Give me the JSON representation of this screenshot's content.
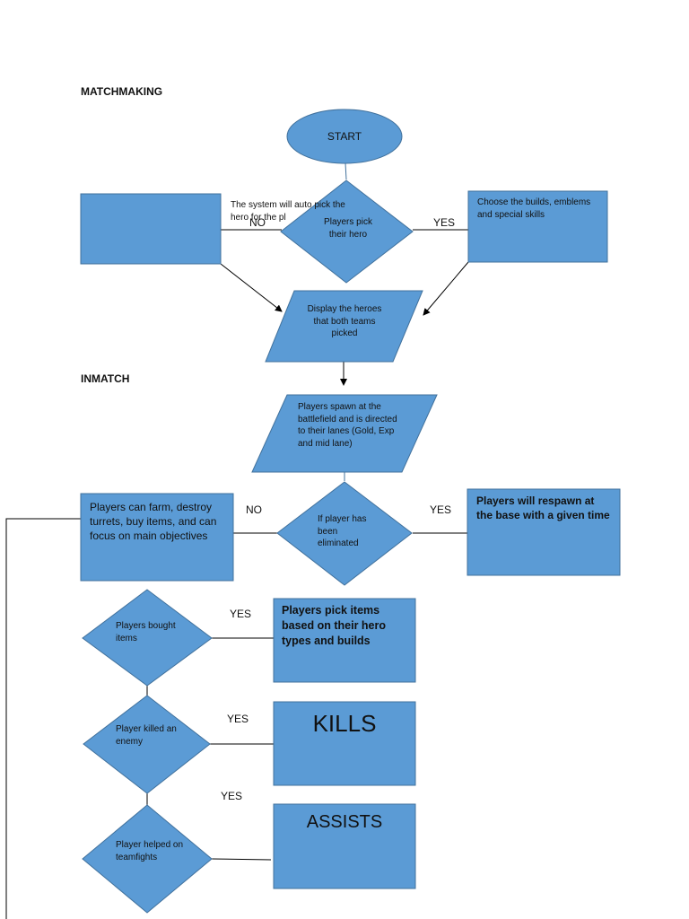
{
  "sections": {
    "matchmaking": "MATCHMAKING",
    "inmatch": "INMATCH"
  },
  "nodes": {
    "start": "START",
    "autopick": "The system will auto pick the hero for the pl",
    "pick_hero": "Players pick their hero",
    "builds": "Choose the builds, emblems and special skills",
    "display_heroes": "Display the heroes that both teams picked",
    "spawn": "Players spawn at the battlefield and is directed to their lanes (Gold, Exp and mid lane)",
    "eliminated": "If player has been eliminated",
    "farm": "Players can farm, destroy turrets, buy items, and can focus on main objectives",
    "respawn": "Players will respawn at the base with a given time",
    "bought_items": "Players bought items",
    "pick_items": "Players pick items based on their hero types and builds",
    "killed_enemy": "Player killed an enemy",
    "kills": "KILLS",
    "helped": "Player helped on teamfights",
    "assists": "ASSISTS"
  },
  "edge_labels": {
    "no_pick": "NO",
    "yes_pick": "YES",
    "no_elim": "NO",
    "yes_elim": "YES",
    "yes_bought": "YES",
    "yes_killed": "YES",
    "yes_helped": "YES"
  },
  "colors": {
    "fill": "#5b9bd5",
    "stroke": "#41719c",
    "line": "#000000"
  }
}
